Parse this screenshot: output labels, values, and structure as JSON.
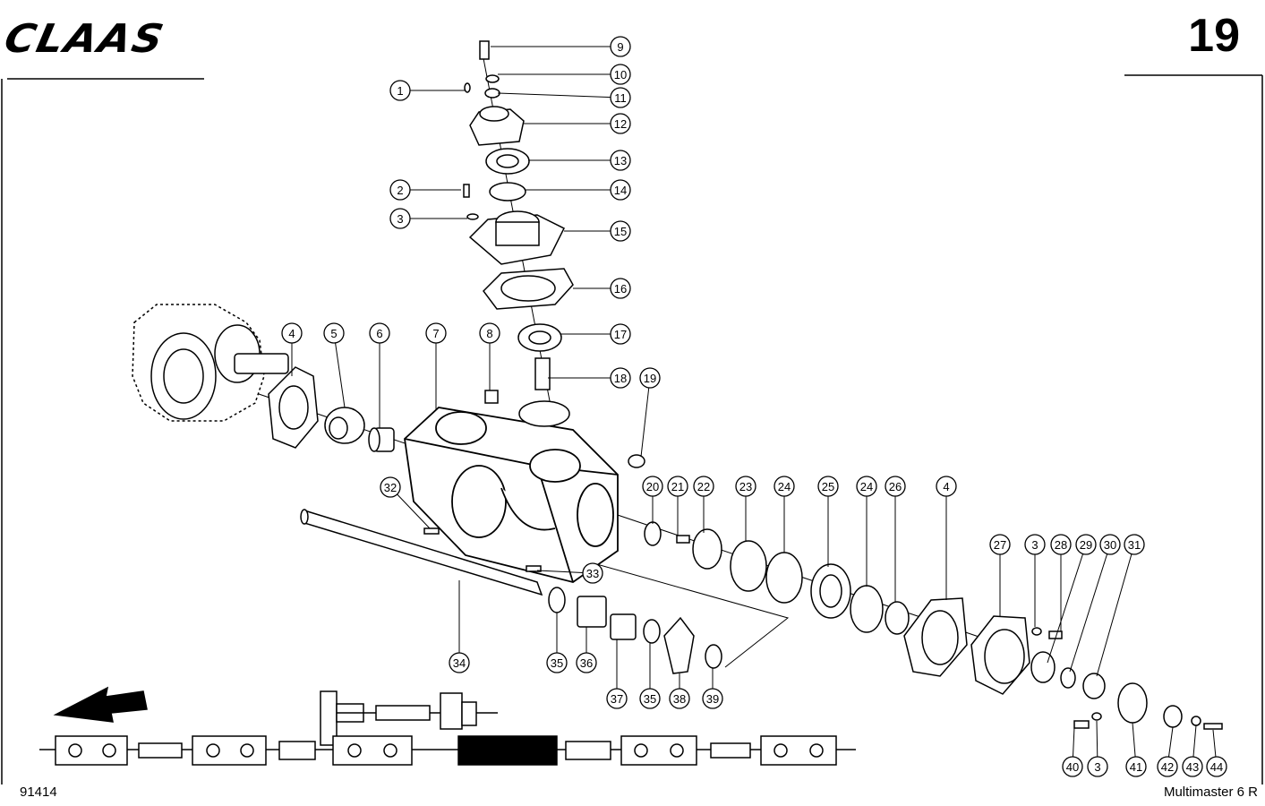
{
  "header": {
    "brand": "CLAAS",
    "page_number": "19"
  },
  "footer": {
    "drawing_number": "91414",
    "model": "Multimaster 6 R"
  },
  "callouts": [
    "1",
    "2",
    "3",
    "4",
    "5",
    "6",
    "7",
    "8",
    "9",
    "10",
    "11",
    "12",
    "13",
    "14",
    "15",
    "16",
    "17",
    "18",
    "19",
    "20",
    "21",
    "22",
    "23",
    "24",
    "25",
    "24",
    "26",
    "4",
    "27",
    "3",
    "28",
    "29",
    "30",
    "31",
    "32",
    "33",
    "34",
    "35",
    "36",
    "37",
    "35",
    "38",
    "39",
    "40",
    "3",
    "41",
    "42",
    "43",
    "44"
  ]
}
